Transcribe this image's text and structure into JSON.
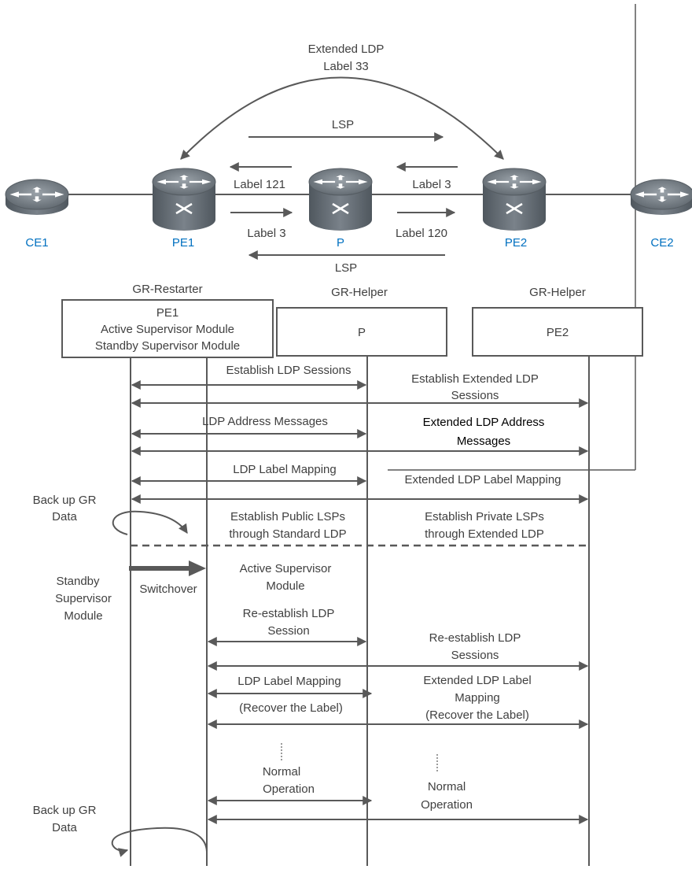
{
  "top": {
    "ext_ldp_line1": "Extended LDP",
    "ext_ldp_line2": "Label 33",
    "lsp_top": "LSP",
    "lsp_bottom": "LSP",
    "label_121": "Label 121",
    "label_3_left": "Label 3",
    "label_3_right": "Label 3",
    "label_120": "Label 120"
  },
  "routers": {
    "ce1": "CE1",
    "pe1": "PE1",
    "p": "P",
    "pe2": "PE2",
    "ce2": "CE2"
  },
  "roles": {
    "restarter": "GR-Restarter",
    "helper_p": "GR-Helper",
    "helper_pe2": "GR-Helper"
  },
  "boxes": {
    "pe1_line1": "PE1",
    "pe1_line2": "Active Supervisor Module",
    "pe1_line3": "Standby Supervisor Module",
    "p": "P",
    "pe2": "PE2"
  },
  "sequence": {
    "establish_ldp": "Establish LDP Sessions",
    "establish_ext_1": "Establish Extended LDP",
    "establish_ext_2": "Sessions",
    "ldp_addr": "LDP Address Messages",
    "ext_addr_1": "Extended LDP Address",
    "ext_addr_2": "Messages",
    "ldp_label_mapping": "LDP Label Mapping",
    "ext_label_mapping": "Extended LDP Label Mapping",
    "backup_1a": "Back up GR",
    "backup_1b": "Data",
    "public_lsp_1": "Establish Public LSPs",
    "public_lsp_2": "through Standard LDP",
    "private_lsp_1": "Establish Private LSPs",
    "private_lsp_2": "through Extended LDP",
    "standby_1": "Standby",
    "standby_2": "Supervisor",
    "standby_3": "Module",
    "switchover": "Switchover",
    "active_1": "Active Supervisor",
    "active_2": "Module",
    "reest_ldp_1": "Re-establish LDP",
    "reest_ldp_2": "Session",
    "reest_ldps_1": "Re-establish LDP",
    "reest_ldps_2": "Sessions",
    "label_map2": "LDP Label Mapping",
    "recover_1": "(Recover the Label)",
    "ext_map_1": "Extended LDP Label",
    "ext_map_2": "Mapping",
    "ext_map_3": "(Recover the Label)",
    "normal_1a": "Normal",
    "normal_1b": "Operation",
    "normal_2a": "Normal",
    "normal_2b": "Operation",
    "backup_2a": "Back up GR",
    "backup_2b": "Data"
  }
}
